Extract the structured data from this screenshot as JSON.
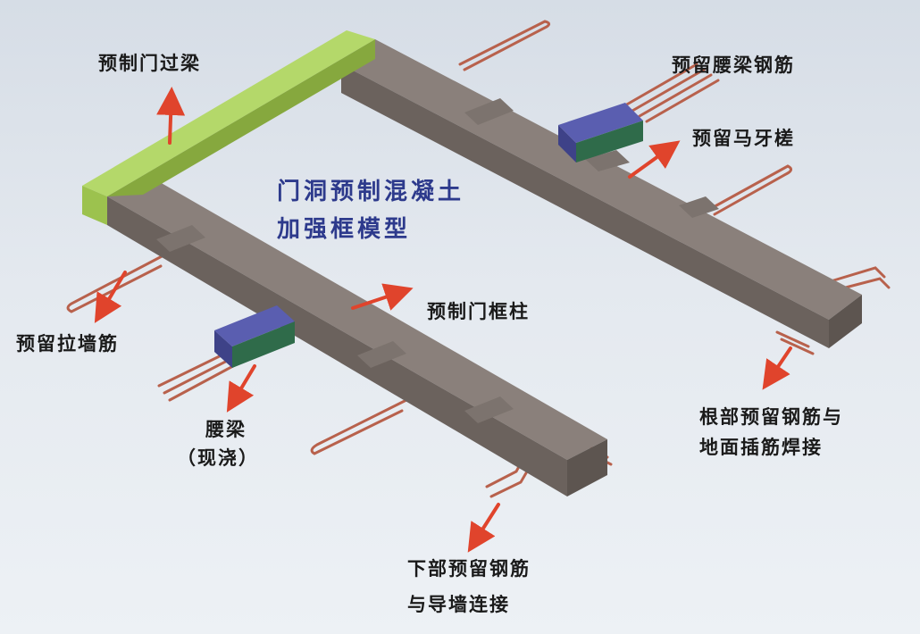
{
  "title": {
    "line1": "门洞预制混凝土",
    "line2": "加强框模型"
  },
  "labels": {
    "lintel": "预制门过梁",
    "waist_rebar": "预留腰梁钢筋",
    "horse_tooth": "预留马牙槎",
    "door_column": "预制门框柱",
    "tie_rebar": "预留拉墙筋",
    "waist_beam_line1": "腰梁",
    "waist_beam_line2": "（现浇）",
    "base_rebar_line1": "根部预留钢筋与",
    "base_rebar_line2": "地面插筋焊接",
    "lower_rebar_line1": "下部预留钢筋",
    "lower_rebar_line2": "与导墙连接"
  },
  "colors": {
    "concrete_top": "#8a807b",
    "concrete_side": "#6b625d",
    "lintel": "#9cc24e",
    "waist_beam": "#4b4f9a",
    "rebar": "#b8614c",
    "arrow": "#e0442c",
    "title": "#2d3a8c"
  }
}
